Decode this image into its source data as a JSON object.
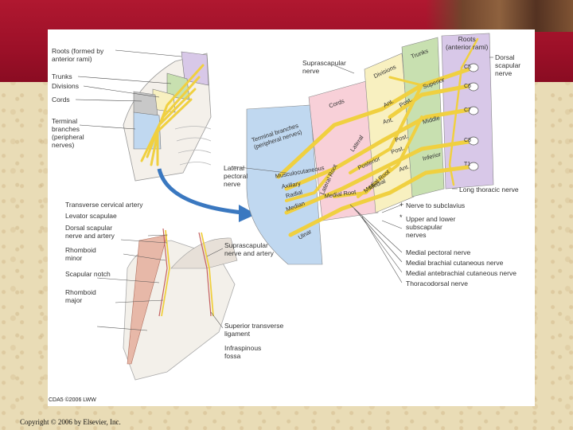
{
  "copyright": "Copyright © 2006 by Elsevier, Inc.",
  "credit": "CDA5 ©2006 LWW",
  "top_left_labels": {
    "roots": "Roots (formed by\nanterior rami)",
    "trunks": "Trunks",
    "divisions": "Divisions",
    "cords": "Cords",
    "terminal": "Terminal\nbranches\n(peripheral\nnerves)"
  },
  "plexus_labels": {
    "suprascapular": "Suprascapular\nnerve",
    "roots_header": "Roots\n(anterior rami)",
    "dorsal_scapular": "Dorsal\nscapular\nnerve",
    "lateral_pectoral": "Lateral\npectoral\nnerve",
    "long_thoracic": "Long thoracic nerve",
    "nerve_subclavius": "Nerve to subclavius",
    "subscapular": "Upper and lower\nsubscapular\nnerves",
    "medial_pectoral": "Medial pectoral nerve",
    "medial_brachial": "Medial brachial cutaneous nerve",
    "medial_antebrachial": "Medial antebrachial cutaneous nerve",
    "thoracodorsal": "Thoracodorsal nerve",
    "c5": "C5",
    "c6": "C6",
    "c7": "C7",
    "c8": "C8",
    "t1": "T1",
    "band_trunks": "Trunks",
    "band_divisions": "Divisions",
    "band_cords": "Cords",
    "band_terminal": "Terminal branches\n(peripheral nerves)",
    "superior": "Superior",
    "middle": "Middle",
    "inferior": "Inferior",
    "ant1": "Ant.",
    "post1": "Post.",
    "ant2": "Ant.",
    "post2": "Post.",
    "ant3": "Ant.",
    "post3": "Post.",
    "lateral": "Lateral",
    "posterior": "Posterior",
    "medial": "Medial",
    "musculocutaneous": "Musculocutaneous",
    "axillary": "Axillary",
    "radial": "Radial",
    "median": "Median",
    "ulnar": "Ulnar",
    "lateral_root": "Lateral Root",
    "medial_root": "Medial Root",
    "medial_root2": "Medial Root"
  },
  "scapula_labels": {
    "transverse_cervical": "Transverse cervical artery",
    "levator": "Levator scapulae",
    "dorsal_scap_artery": "Dorsal scapular\nnerve and artery",
    "rhomboid_minor": "Rhomboid\nminor",
    "scapular_notch": "Scapular notch",
    "rhomboid_major": "Rhomboid\nmajor",
    "supra_nerve_artery": "Suprascapular\nnerve and artery",
    "sup_transverse": "Superior transverse\nligament",
    "infraspinous": "Infraspinous\nfossa"
  },
  "colors": {
    "banner": "#9c1028",
    "nerve": "#f0d040",
    "roots_band": "#d8c8e8",
    "trunks_band": "#c8e0b0",
    "divisions_band": "#f8f0c0",
    "cords_band": "#f8d0d8",
    "terminal_band": "#c0d8f0",
    "arrow": "#3a78c0"
  }
}
